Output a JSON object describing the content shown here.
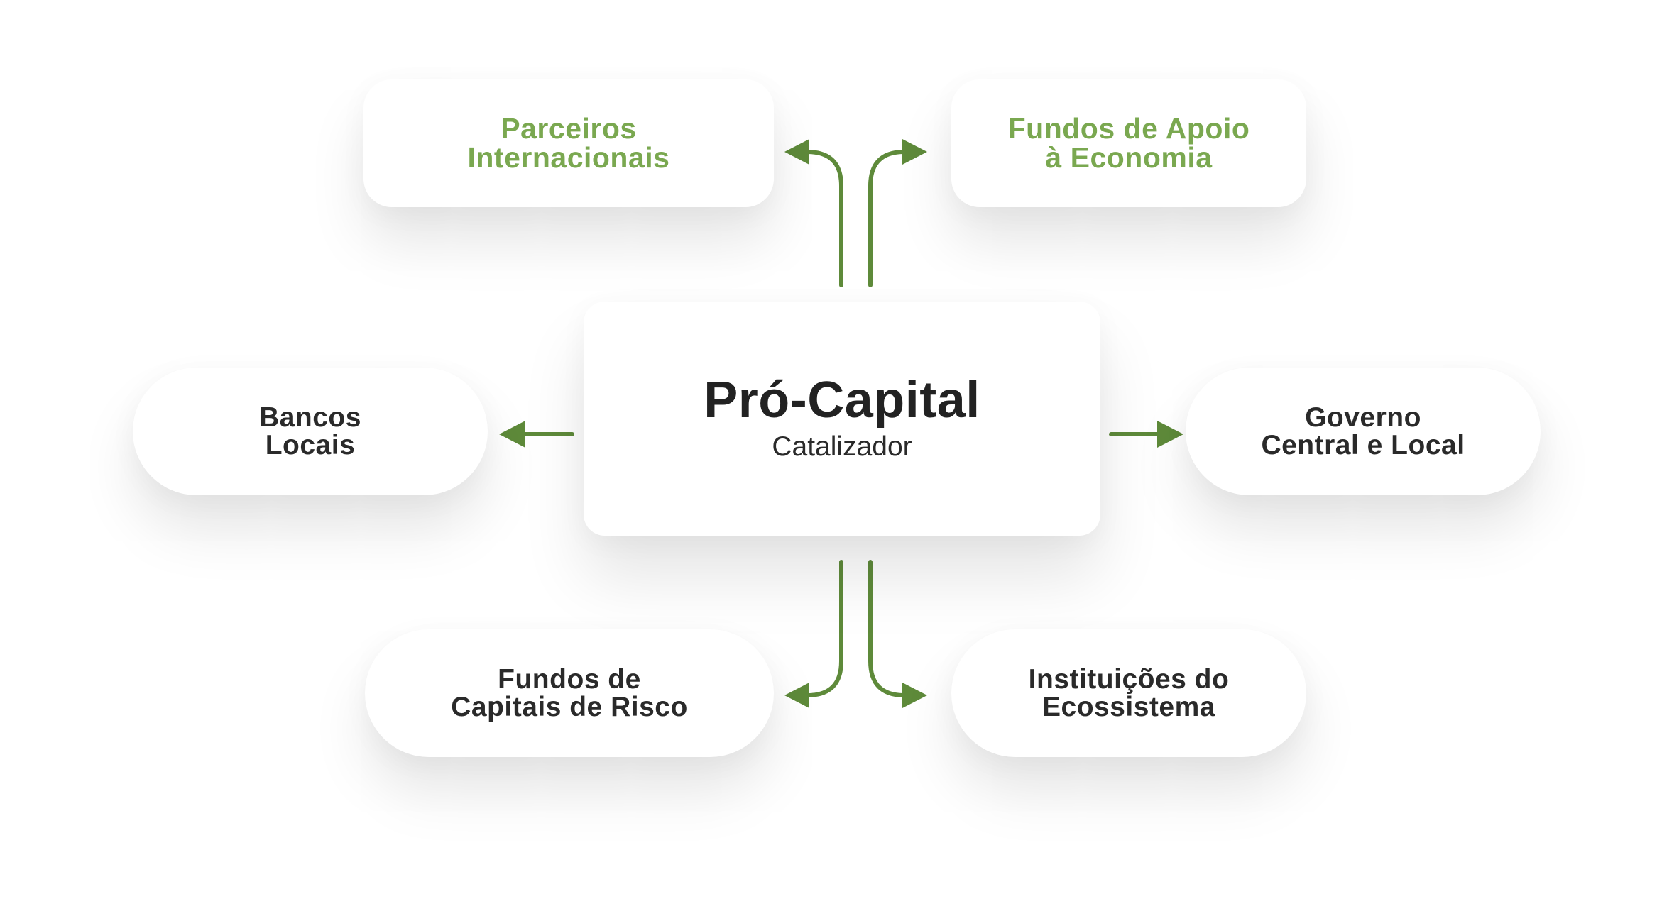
{
  "center": {
    "title": "Pró-Capital",
    "subtitle": "Catalizador"
  },
  "nodes": {
    "parceiros": {
      "line1": "Parceiros",
      "line2": "Internacionais"
    },
    "fundos_apoio": {
      "line1": "Fundos de Apoio",
      "line2": "à Economia"
    },
    "bancos": {
      "line1": "Bancos",
      "line2": "Locais"
    },
    "governo": {
      "line1": "Governo",
      "line2": "Central e Local"
    },
    "fundos_risco": {
      "line1": "Fundos de",
      "line2": "Capitais de Risco"
    },
    "instituicoes": {
      "line1": "Instituições do",
      "line2": "Ecossistema"
    }
  },
  "colors": {
    "accent_green": "#7aa850",
    "arrow_green": "#5e8a3a",
    "text_dark": "#2a2a2a"
  }
}
